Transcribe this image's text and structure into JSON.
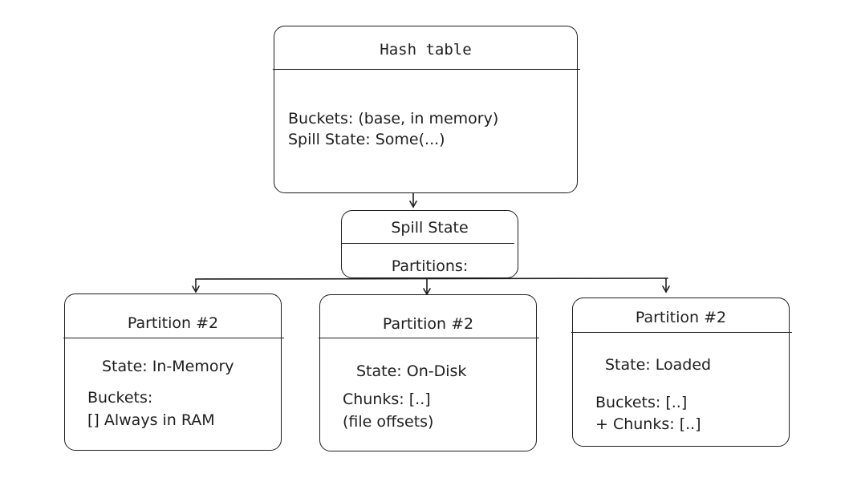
{
  "hash_table": {
    "title": "Hash table",
    "buckets": "Buckets: (base, in memory)",
    "spill_state": "Spill State: Some(...)"
  },
  "spill_state": {
    "title": "Spill State",
    "partitions": "Partitions:"
  },
  "partitions": [
    {
      "title": "Partition #2",
      "state": "State: In-Memory",
      "line1": "Buckets:",
      "line2": "[] Always in RAM"
    },
    {
      "title": "Partition #2",
      "state": "State: On-Disk",
      "line1": "Chunks: [..]",
      "line2": "(file offsets)"
    },
    {
      "title": "Partition #2",
      "state": "State: Loaded",
      "line1": "Buckets: [..]",
      "line2": "+ Chunks: [..]"
    }
  ]
}
